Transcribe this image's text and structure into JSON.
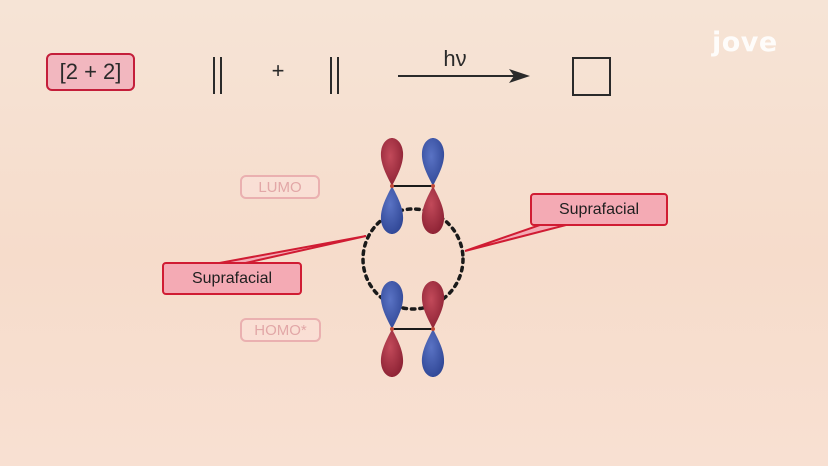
{
  "reaction": {
    "badge": "[2 + 2]",
    "plus": "+",
    "light_label": "hν"
  },
  "orbital_labels": {
    "lumo": "LUMO",
    "homo": "HOMO*"
  },
  "callouts": {
    "right": "Suprafacial",
    "left": "Suprafacial"
  },
  "logo": "jove",
  "colors": {
    "lobe_red": "#9e2a3c",
    "lobe_blue": "#3d55a8",
    "callout_border": "#d01c33",
    "callout_fill": "#f4aab4"
  }
}
